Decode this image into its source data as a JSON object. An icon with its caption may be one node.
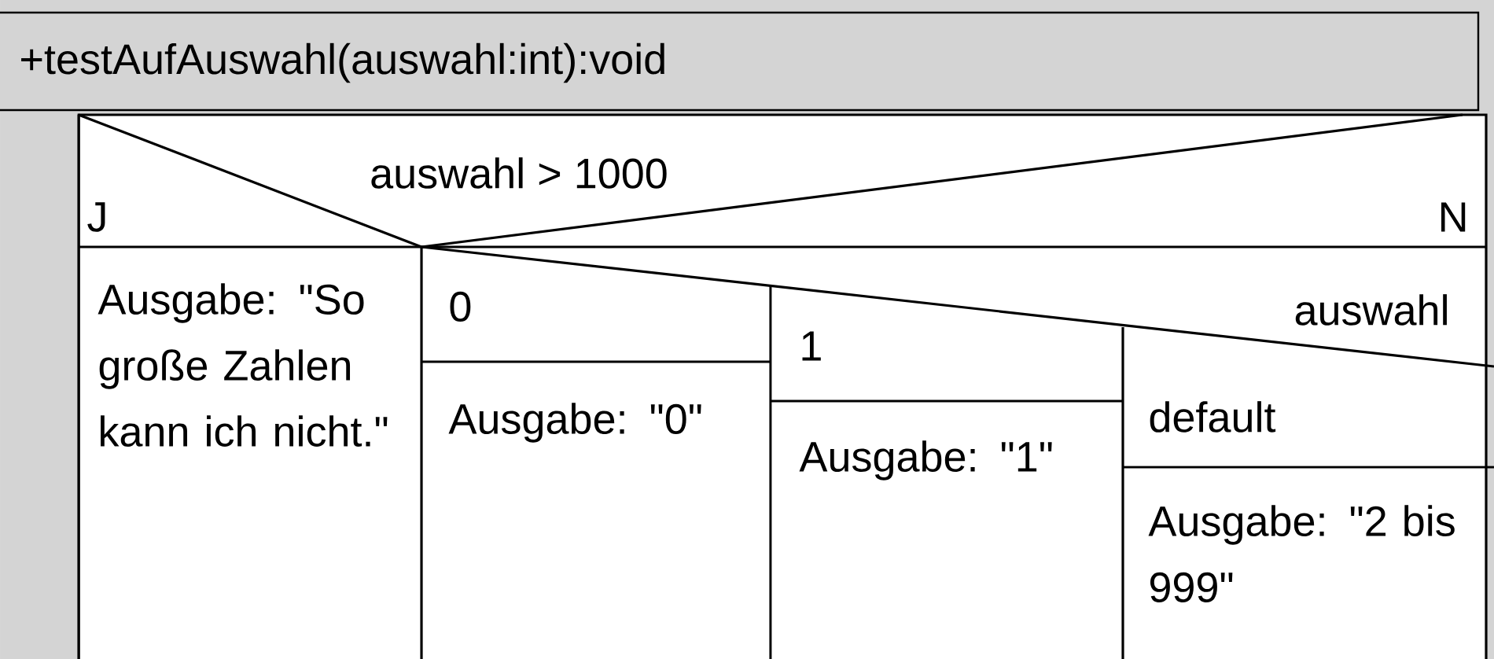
{
  "diagram": {
    "nodes": [
      {
        "text": [
          "+testAufAuswahl(auswahl:int):void"
        ]
      },
      {
        "text": [
          "auswahl > 1000",
          "J",
          "N"
        ]
      },
      {
        "text": [
          "Ausgabe: \"So große Zahlen kann ich nicht.\""
        ]
      },
      {
        "text": [
          "auswahl"
        ]
      },
      {
        "text": [
          "0"
        ]
      },
      {
        "text": [
          "Ausgabe: \"0\""
        ]
      },
      {
        "text": [
          "1"
        ]
      },
      {
        "text": [
          "Ausgabe: \"1\""
        ]
      },
      {
        "text": [
          "default"
        ]
      },
      {
        "text": [
          "Ausgabe: \"2 bis 999\""
        ]
      }
    ]
  }
}
